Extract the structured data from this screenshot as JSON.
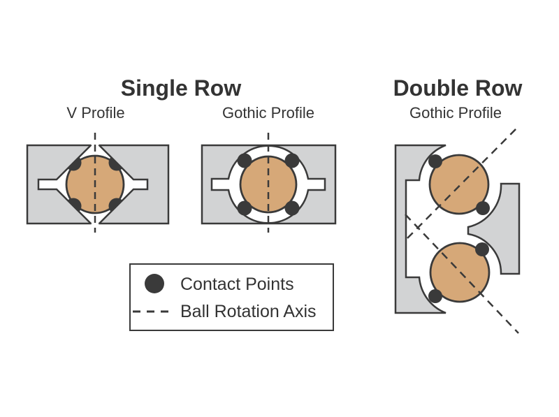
{
  "titles": {
    "single_row": "Single Row",
    "double_row": "Double Row"
  },
  "profiles": {
    "v_single": "V Profile",
    "gothic_single": "Gothic Profile",
    "gothic_double": "Gothic Profile"
  },
  "legend": {
    "contact_points": "Contact Points",
    "ball_rotation_axis": "Ball Rotation Axis"
  },
  "colors": {
    "ball": "#D6A878",
    "race": "#D2D3D4",
    "dark": "#3A3A3A",
    "text": "#333333",
    "bg": "#FFFFFF"
  }
}
